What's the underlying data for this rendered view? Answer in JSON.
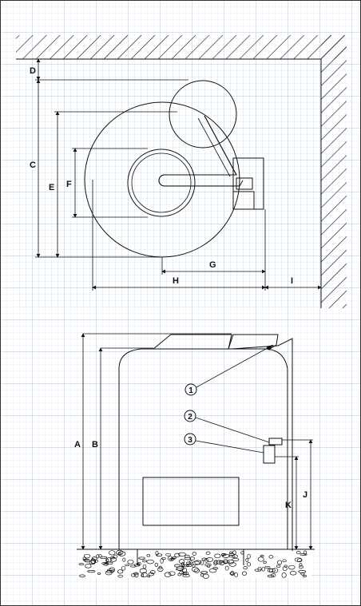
{
  "top_view": {
    "dimension_labels": [
      "D",
      "C",
      "E",
      "F",
      "G",
      "H",
      "I"
    ]
  },
  "side_view": {
    "dimension_labels": [
      "A",
      "B",
      "J",
      "K"
    ],
    "callouts": [
      "1",
      "2",
      "3"
    ]
  },
  "colors": {
    "grid": "#bcd4ec",
    "ink": "#111111",
    "background": "#ffffff"
  }
}
